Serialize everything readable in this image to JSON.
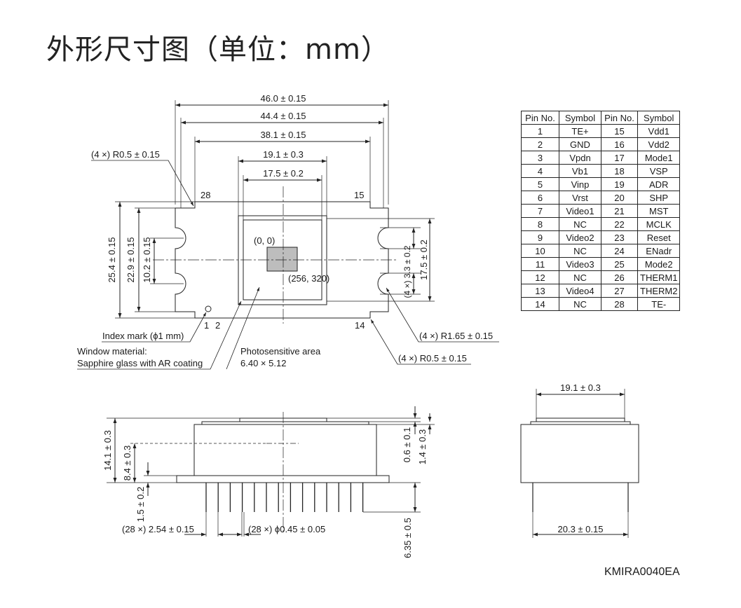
{
  "title": "外形尺寸图（单位：mm）",
  "doc_code": "KMIRA0040EA",
  "pin_table": {
    "headers": [
      "Pin No.",
      "Symbol",
      "Pin No.",
      "Symbol"
    ],
    "rows": [
      [
        "1",
        "TE+",
        "15",
        "Vdd1"
      ],
      [
        "2",
        "GND",
        "16",
        "Vdd2"
      ],
      [
        "3",
        "Vpdn",
        "17",
        "Mode1"
      ],
      [
        "4",
        "Vb1",
        "18",
        "VSP"
      ],
      [
        "5",
        "Vinp",
        "19",
        "ADR"
      ],
      [
        "6",
        "Vrst",
        "20",
        "SHP"
      ],
      [
        "7",
        "Video1",
        "21",
        "MST"
      ],
      [
        "8",
        "NC",
        "22",
        "MCLK"
      ],
      [
        "9",
        "Video2",
        "23",
        "Reset"
      ],
      [
        "10",
        "NC",
        "24",
        "ENadr"
      ],
      [
        "11",
        "Video3",
        "25",
        "Mode2"
      ],
      [
        "12",
        "NC",
        "26",
        "THERM1"
      ],
      [
        "13",
        "Video4",
        "27",
        "THERM2"
      ],
      [
        "14",
        "NC",
        "28",
        "TE-"
      ]
    ]
  },
  "top_view": {
    "dim_46": "46.0 ± 0.15",
    "dim_44": "44.4 ± 0.15",
    "dim_38": "38.1 ± 0.15",
    "dim_19": "19.1 ± 0.3",
    "dim_17": "17.5 ± 0.2",
    "corner_radius_top": "(4 ×) R0.5 ± 0.15",
    "pin_28": "28",
    "pin_15": "15",
    "pin_1": "1",
    "pin_2": "2",
    "pin_14": "14",
    "height_25": "25.4 ± 0.15",
    "height_22": "22.9 ± 0.15",
    "height_10": "10.2 ± 0.15",
    "notch_3": "(4 ×) 3.3 ± 0.2",
    "height_17": "17.5 ± 0.2",
    "coord_origin": "(0, 0)",
    "coord_end": "(256, 320)",
    "index_mark": "Index mark (ϕ1 mm)",
    "window_label": "Window material:",
    "window_material": "Sapphire glass with AR coating",
    "photo_label": "Photosensitive area",
    "photo_size": "6.40 × 5.12",
    "notch_radius": "(4 ×) R1.65 ± 0.15",
    "corner_radius_bottom": "(4 ×) R0.5 ± 0.15"
  },
  "side_view": {
    "height_14": "14.1 ± 0.3",
    "height_8": "8.4 ± 0.3",
    "height_1_5": "1.5 ± 0.2",
    "dim_0_6": "0.6 ± 0.1",
    "dim_1_4": "1.4 ± 0.3",
    "pitch": "(28 ×) 2.54 ± 0.15",
    "pin_dia": "(28 ×) ϕ0.45 ± 0.05",
    "pin_len": "6.35 ± 0.5"
  },
  "end_view": {
    "dim_19": "19.1 ± 0.3",
    "dim_20": "20.3 ± 0.15"
  }
}
